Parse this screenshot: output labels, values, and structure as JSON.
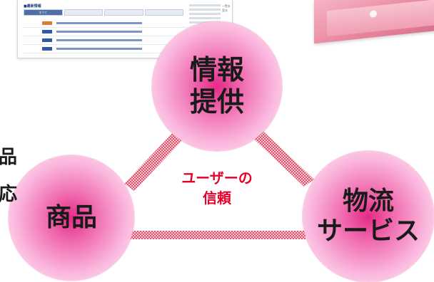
{
  "diagram": {
    "nodes": {
      "info": {
        "label": "情報\n提供"
      },
      "product": {
        "label": "商品"
      },
      "logistics": {
        "label": "物流\nサービス"
      }
    },
    "center": {
      "line1": "ユーザーの",
      "line2": "信頼"
    },
    "left_edge_fragments": [
      "品",
      "応"
    ],
    "colors": {
      "circle_core": "#e52a86",
      "circle_edge": "#fbc6e4",
      "connector": "#e0506a",
      "center_text": "#e8002a",
      "label_text": "#1a1a1a"
    }
  },
  "website_thumbnail": {
    "section_title": "■最新情報",
    "more_link": "一覧を見る",
    "tabs": [
      "すべて",
      "",
      "",
      ""
    ]
  }
}
